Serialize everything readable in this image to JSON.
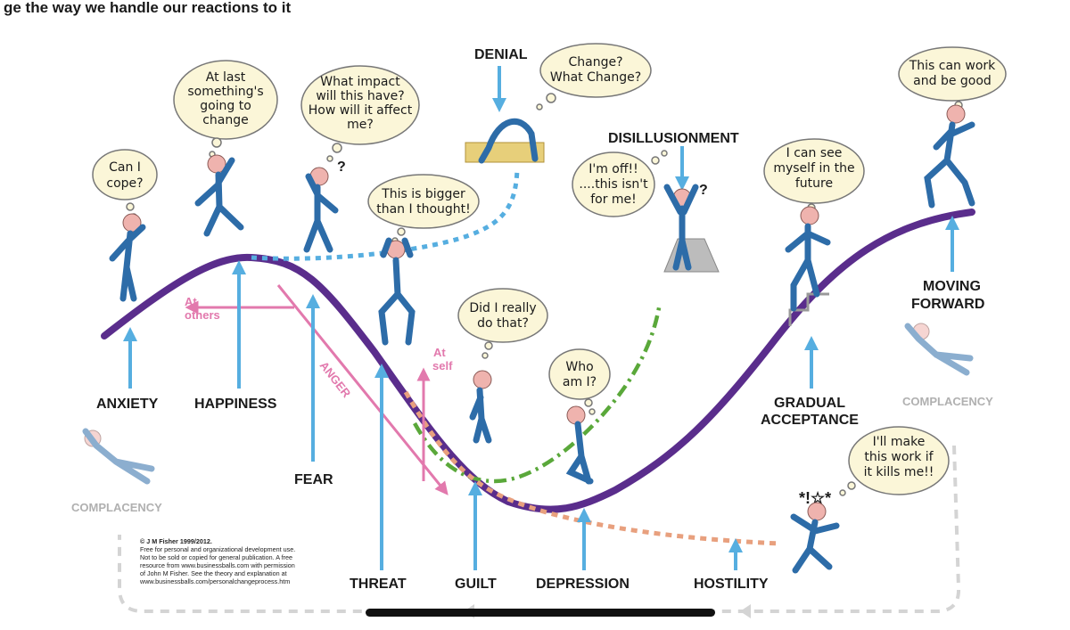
{
  "header_fragment": "ge the way we handle our reactions to it",
  "stages": {
    "anxiety": "ANXIETY",
    "happiness": "HAPPINESS",
    "fear": "FEAR",
    "threat": "THREAT",
    "guilt": "GUILT",
    "depression": "DEPRESSION",
    "hostility": "HOSTILITY",
    "gradual_1": "GRADUAL",
    "gradual_2": "ACCEPTANCE",
    "moving_1": "MOVING",
    "moving_2": "FORWARD",
    "denial": "DENIAL",
    "disillusionment": "DISILLUSIONMENT",
    "complacency_left": "COMPLACENCY",
    "complacency_right": "COMPLACENCY"
  },
  "anger": {
    "label": "ANGER",
    "at_others_1": "At",
    "at_others_2": "others",
    "at_self_1": "At",
    "at_self_2": "self"
  },
  "bubbles": {
    "cope": [
      "Can I",
      "cope?"
    ],
    "atlast": [
      "At last",
      "something's",
      "going to",
      "change"
    ],
    "impact": [
      "What impact",
      "will this have?",
      "How will it affect",
      "me?"
    ],
    "change": [
      "Change?",
      "What Change?"
    ],
    "bigger": [
      "This is bigger",
      "than I thought!"
    ],
    "off": [
      "I'm off!!",
      "....this isn't",
      "for me!"
    ],
    "really": [
      "Did I really",
      "do that?"
    ],
    "who": [
      "Who",
      "am I?"
    ],
    "future": [
      "I can see",
      "myself in the",
      "future"
    ],
    "work": [
      "This can work",
      "and be good"
    ],
    "kills": [
      "I'll make",
      "this work if",
      "it kills me!!"
    ]
  },
  "copyright": [
    "© J M Fisher 1999/2012.",
    "Free for personal and organizational development use.",
    "Not to be sold or copied for general publication. A free",
    "resource from www.businessballs.com with permission",
    "of John M Fisher. See the theory and explanation at",
    "www.businessballs.com/personalchangeprocess.htm"
  ],
  "swearing": "*!☆*"
}
